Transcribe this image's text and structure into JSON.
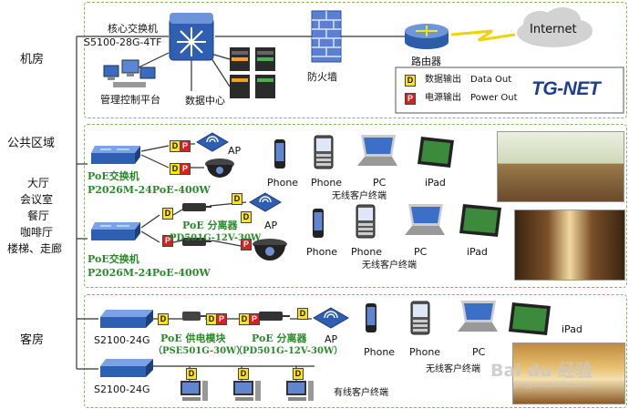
{
  "zones": {
    "core_room": "机房",
    "public_area": "公共区域",
    "public_places": [
      "大厅",
      "会议室",
      "餐厅",
      "咖啡厅",
      "楼梯、走廊"
    ],
    "guest_room": "客房"
  },
  "core": {
    "switch_label": "核心交换机",
    "switch_model": "S5100-28G-4TF",
    "mgmt_platform": "管理控制平台",
    "data_center": "数据中心",
    "firewall": "防火墙",
    "router": "路由器",
    "internet": "Internet"
  },
  "legend": {
    "data_code": "D",
    "data_cn": "数据输出",
    "data_en": "Data Out",
    "power_code": "P",
    "power_cn": "电源输出",
    "power_en": "Power Out"
  },
  "logo_text": "TG-NET",
  "public_row1": {
    "switch_name": "PoE交换机",
    "switch_model": "P2026M-24PoE-400W",
    "ap": "AP",
    "terminals": [
      "Phone",
      "Phone",
      "PC",
      "iPad"
    ],
    "terminals_caption": "无线客户终端"
  },
  "public_row2": {
    "switch_name": "PoE交换机",
    "switch_model": "P2026M-24PoE-400W",
    "splitter_name": "PoE 分离器",
    "splitter_model": "PD501G-12V-30W",
    "ap": "AP",
    "terminals": [
      "Phone",
      "Phone",
      "PC",
      "iPad"
    ],
    "terminals_caption": "无线客户终端"
  },
  "guest": {
    "switch1": "S2100-24G",
    "switch2": "S2100-24G",
    "injector_name": "PoE 供电模块",
    "injector_model": "（PSE501G-30W）",
    "splitter_name": "PoE 分离器",
    "splitter_model": "（PD501G-12V-30W）",
    "ap": "AP",
    "terminals": [
      "Phone",
      "Phone",
      "PC",
      "iPad"
    ],
    "wireless_caption": "无线客户终端",
    "wired_caption": "有线客户终端"
  },
  "watermark": {
    "brand": "Bai du 经验",
    "url": "jingyan.baidu.com"
  },
  "colors": {
    "zone_border": "#7dbb55",
    "green_text": "#2a8a2a",
    "data_badge": "#ffe600",
    "power_badge": "#e01e1e",
    "logo_red": "#d7262e",
    "logo_blue": "#1d3f92"
  }
}
